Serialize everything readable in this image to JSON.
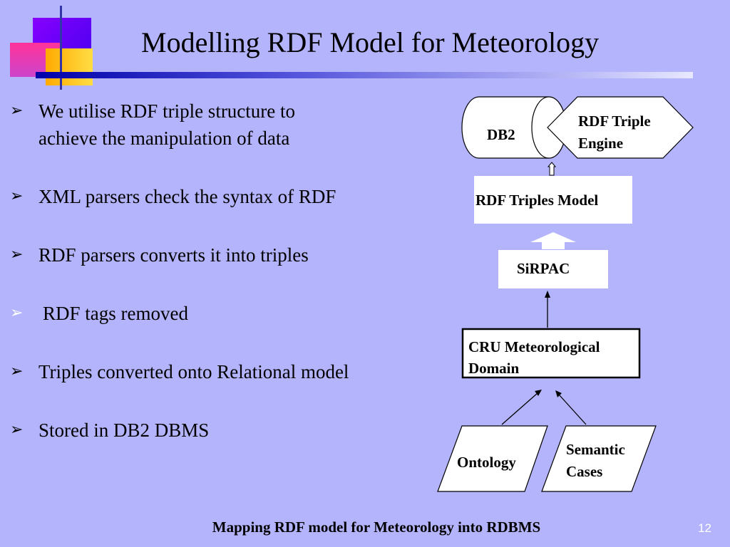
{
  "slide": {
    "title": "Modelling RDF Model for Meteorology",
    "bullets": [
      {
        "lines": [
          "We utilise RDF triple structure to",
          "achieve the manipulation of data"
        ]
      },
      {
        "lines": [
          "XML parsers check the syntax of RDF"
        ]
      },
      {
        "lines": [
          "RDF parsers converts it into triples"
        ]
      },
      {
        "lines": [
          "RDF tags removed"
        ]
      },
      {
        "lines": [
          "Triples converted onto Relational model"
        ]
      },
      {
        "lines": [
          "Stored in DB2 DBMS"
        ]
      }
    ],
    "footer": "Mapping RDF model for Meteorology into RDBMS",
    "page_number": "12"
  },
  "diagram": {
    "db2": "DB2",
    "engine": [
      "RDF Triple",
      "Engine"
    ],
    "triples_model": "RDF Triples Model",
    "sirpac": "SiRPAC",
    "cru": [
      "CRU Meteorological",
      "Domain"
    ],
    "ontology": "Ontology",
    "semantic": [
      "Semantic",
      "Cases"
    ]
  },
  "colors": {
    "background": "#b4b4fc",
    "accent_purple": "#9900ff",
    "accent_blue": "#0000cc",
    "accent_pink": "#ff3399",
    "accent_yellow": "#ffcc00"
  }
}
